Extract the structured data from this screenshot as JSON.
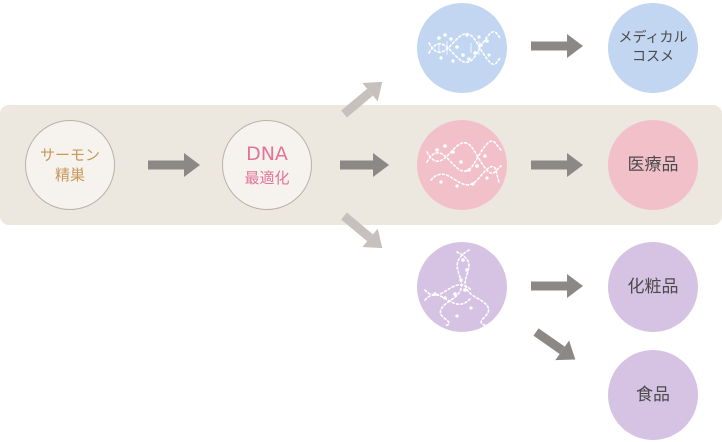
{
  "nodes": {
    "salmon": {
      "line1": "サーモン",
      "line2": "精巣",
      "color": "#c9975a"
    },
    "dna": {
      "line1": "DNA",
      "line2": "最適化",
      "color": "#e3739a"
    },
    "medical_cosme": {
      "line1": "メディカル",
      "line2": "コスメ"
    },
    "pharma": {
      "line1": "医療品"
    },
    "cosmetics": {
      "line1": "化粧品"
    },
    "food": {
      "line1": "食品"
    }
  },
  "colors": {
    "blue": "#c2d6f1",
    "pink": "#f2c0c9",
    "purple": "#d6c3e3",
    "band": "#ece7df",
    "arrow_dark": "#8b8885",
    "arrow_light": "#c6c1bc",
    "text_dark": "#4a4a4a"
  }
}
